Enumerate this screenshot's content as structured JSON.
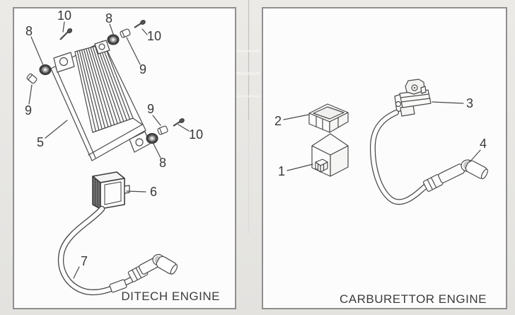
{
  "panels": {
    "ditech": {
      "caption": "DITECH ENGINE",
      "callouts": {
        "n10_top_left": "10",
        "n8_top": "8",
        "n8_left": "8",
        "n10_top_right": "10",
        "n9_top_right": "9",
        "n9_left": "9",
        "n5_ecu": "5",
        "n9_bottom": "9",
        "n10_bottom": "10",
        "n8_bottom": "8",
        "n6_coil": "6",
        "n7_cable": "7"
      }
    },
    "carburettor": {
      "caption": "CARBURETTOR ENGINE",
      "callouts": {
        "n2_cover": "2",
        "n1_cdi": "1",
        "n3_coil": "3",
        "n4_cap": "4"
      }
    }
  },
  "colors": {
    "line": "#4a4a4a",
    "panel_bg": "#fcfcfc",
    "panel_border": "#8f8f8f",
    "page_bg": "#e8e7e4",
    "label_text": "#383838"
  }
}
